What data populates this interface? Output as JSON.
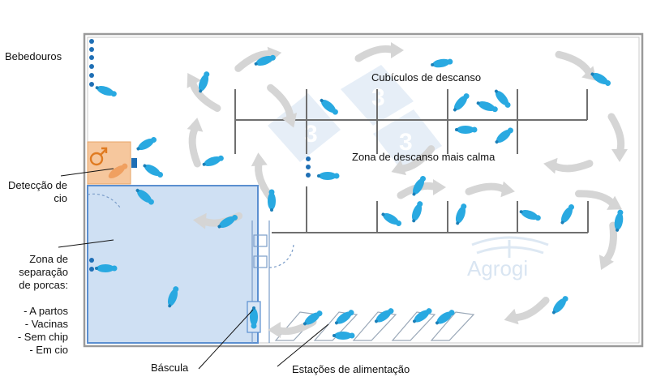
{
  "labels": {
    "drinkers": "Bebedouros",
    "heat_detection_line1": "Detecção de",
    "heat_detection_line2": "cio",
    "separation_line1": "Zona de",
    "separation_line2": "separação",
    "separation_line3": "de porcas:",
    "separation_item1": "- A partos",
    "separation_item2": "- Vacinas",
    "separation_item3": "- Sem chip",
    "separation_item4": "- Em cio",
    "scale": "Báscula",
    "feeding_stations": "Estações de alimentação",
    "cubicles": "Cubículos de descanso",
    "quiet_zone": "Zona de descanso mais calma"
  },
  "watermark": {
    "logo_text": "Agrogi",
    "badge_digits": [
      "3",
      "3",
      "3"
    ]
  },
  "icons": {
    "boar": "male-symbol-icon",
    "sow": "sow-icon",
    "drinker": "drinker-icon",
    "flow": "flow-arrow-icon"
  },
  "colors": {
    "pen_border": "#9a9a9a",
    "separation_fill": "#cfe0f3",
    "separation_border": "#5b8fd0",
    "sow": "#29a9e1",
    "drinker": "#1f6fb5",
    "boar_pen": "#f6c79d",
    "boar": "#e98a3a",
    "arrow": "#d3d3d3",
    "stall_line": "#6f6f6f"
  }
}
